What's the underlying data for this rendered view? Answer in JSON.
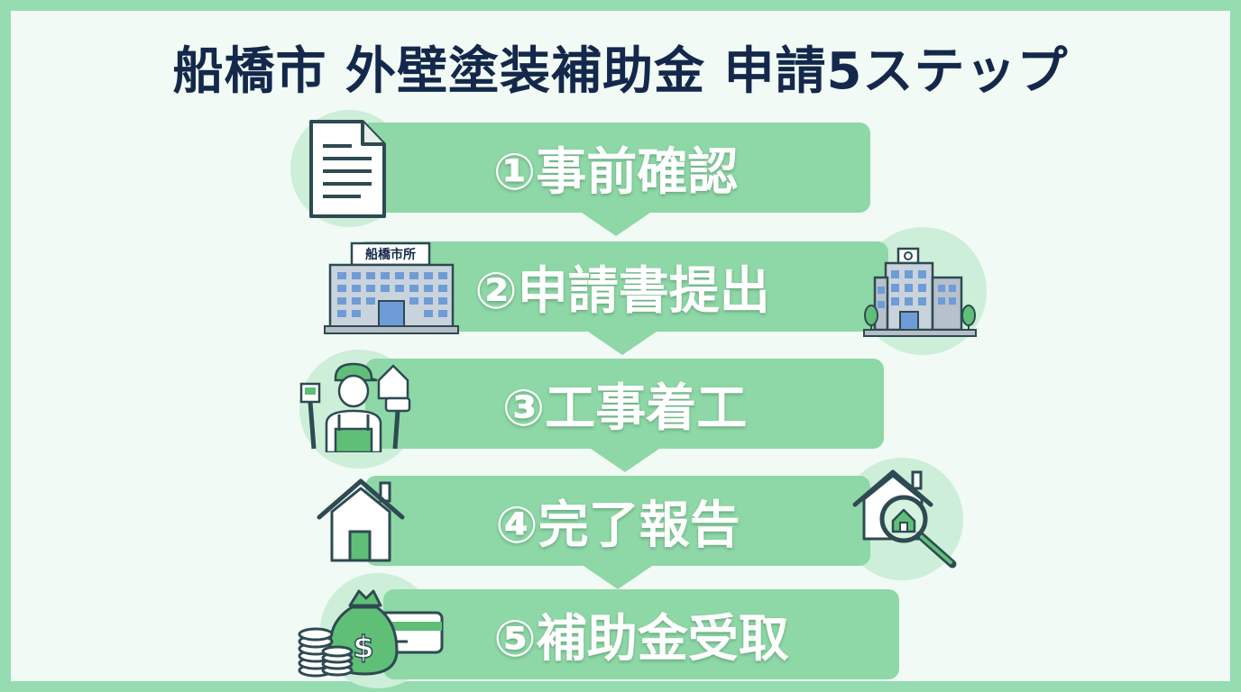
{
  "title": "船橋市 外壁塗装補助金 申請5ステップ",
  "colors": {
    "frame": "#95dcb1",
    "banner": "#8ed7a6",
    "title": "#13284a",
    "icon_stroke": "#2e4a52"
  },
  "steps": [
    {
      "label": "①事前確認",
      "icons": [
        "document-icon"
      ]
    },
    {
      "label": "②申請書提出",
      "icons": [
        "city-hall-icon",
        "office-building-icon"
      ],
      "building_sign": "船橋市所"
    },
    {
      "label": "③工事着工",
      "icons": [
        "painter-worker-icon"
      ]
    },
    {
      "label": "④完了報告",
      "icons": [
        "house-icon",
        "house-inspection-icon"
      ]
    },
    {
      "label": "⑤補助金受取",
      "icons": [
        "money-bag-coins-card-icon"
      ]
    }
  ]
}
